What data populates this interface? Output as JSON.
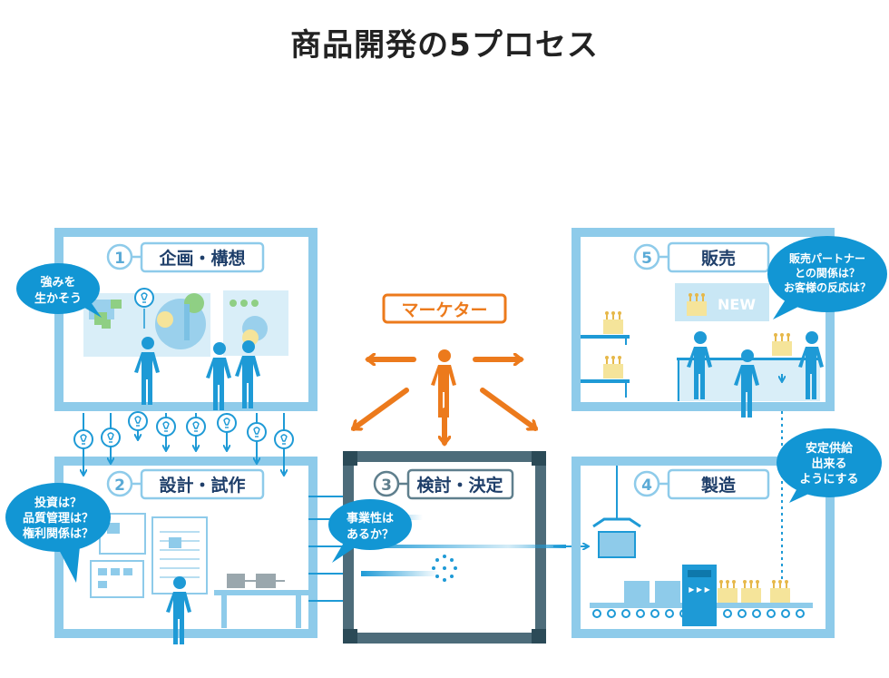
{
  "title": "商品開発の5プロセス",
  "colors": {
    "frame": "#8ecbea",
    "frame_dark": "#5f7f8d",
    "frame_darker": "#345563",
    "figure": "#1e9ad6",
    "marketer": "#ec7a1c",
    "bubble": "#1296d4",
    "label_text": "#1f3f6a",
    "yellow": "#f5e49a"
  },
  "stages": [
    {
      "number": "1",
      "label": "企画・構想"
    },
    {
      "number": "2",
      "label": "設計・試作"
    },
    {
      "number": "3",
      "label": "検討・決定"
    },
    {
      "number": "4",
      "label": "製造"
    },
    {
      "number": "5",
      "label": "販売"
    }
  ],
  "marketer": {
    "label": "マーケター"
  },
  "bubbles": {
    "s1": [
      "強みを",
      "生かそう"
    ],
    "s2": [
      "投資は？",
      "品質管理は？",
      "権利関係は？"
    ],
    "s3": [
      "事業性は",
      "あるか？"
    ],
    "s4": [
      "安定供給",
      "出来る",
      "ようにする"
    ],
    "s5": [
      "販売パートナー",
      "との関係は？",
      "お客様の反応は？"
    ]
  },
  "sign": {
    "text": "NEW"
  },
  "icons": [
    "lightbulb-icon",
    "arrow-icon",
    "conveyor-icon",
    "crane-hook-icon",
    "sparkle-icon"
  ]
}
